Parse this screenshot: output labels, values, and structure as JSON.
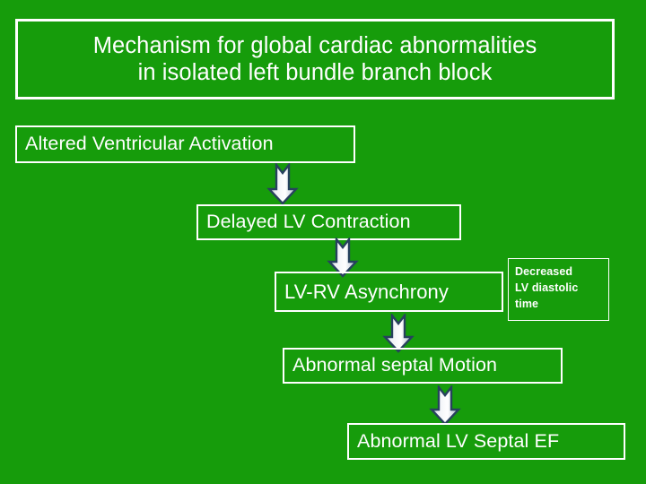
{
  "slide": {
    "background_color": "#169c0b",
    "box_border_color": "#ffffff",
    "text_color": "#ffffff",
    "arrow_fill_color": "#f2f4f8",
    "arrow_outline_color": "#27415e"
  },
  "title": {
    "line1": "Mechanism for global cardiac abnormalities",
    "line2": "in isolated left bundle branch block",
    "text": "Mechanism for global cardiac abnormalities\nin isolated left bundle branch block"
  },
  "flow": {
    "nodes": [
      {
        "id": "altered-ventricular-activation",
        "label": "Altered Ventricular Activation"
      },
      {
        "id": "delayed-lv-contraction",
        "label": "Delayed LV Contraction"
      },
      {
        "id": "lv-rv-asynchrony",
        "label": "LV-RV Asynchrony"
      },
      {
        "id": "abnormal-septal-motion",
        "label": "Abnormal septal Motion"
      },
      {
        "id": "abnormal-lv-septal-ef",
        "label": "Abnormal LV Septal EF"
      }
    ],
    "side_note": {
      "id": "decreased-lv-diastolic-time",
      "label": "Decreased\nLV diastolic\ntime",
      "line1": "Decreased",
      "line2": "LV diastolic",
      "line3": "time"
    },
    "arrows": [
      {
        "id": "arrow-1",
        "from": "altered-ventricular-activation",
        "to": "delayed-lv-contraction",
        "direction": "down"
      },
      {
        "id": "arrow-2",
        "from": "delayed-lv-contraction",
        "to": "lv-rv-asynchrony",
        "direction": "down"
      },
      {
        "id": "arrow-3",
        "from": "lv-rv-asynchrony",
        "to": "abnormal-septal-motion",
        "direction": "down"
      },
      {
        "id": "arrow-4",
        "from": "abnormal-septal-motion",
        "to": "abnormal-lv-septal-ef",
        "direction": "down"
      }
    ]
  }
}
